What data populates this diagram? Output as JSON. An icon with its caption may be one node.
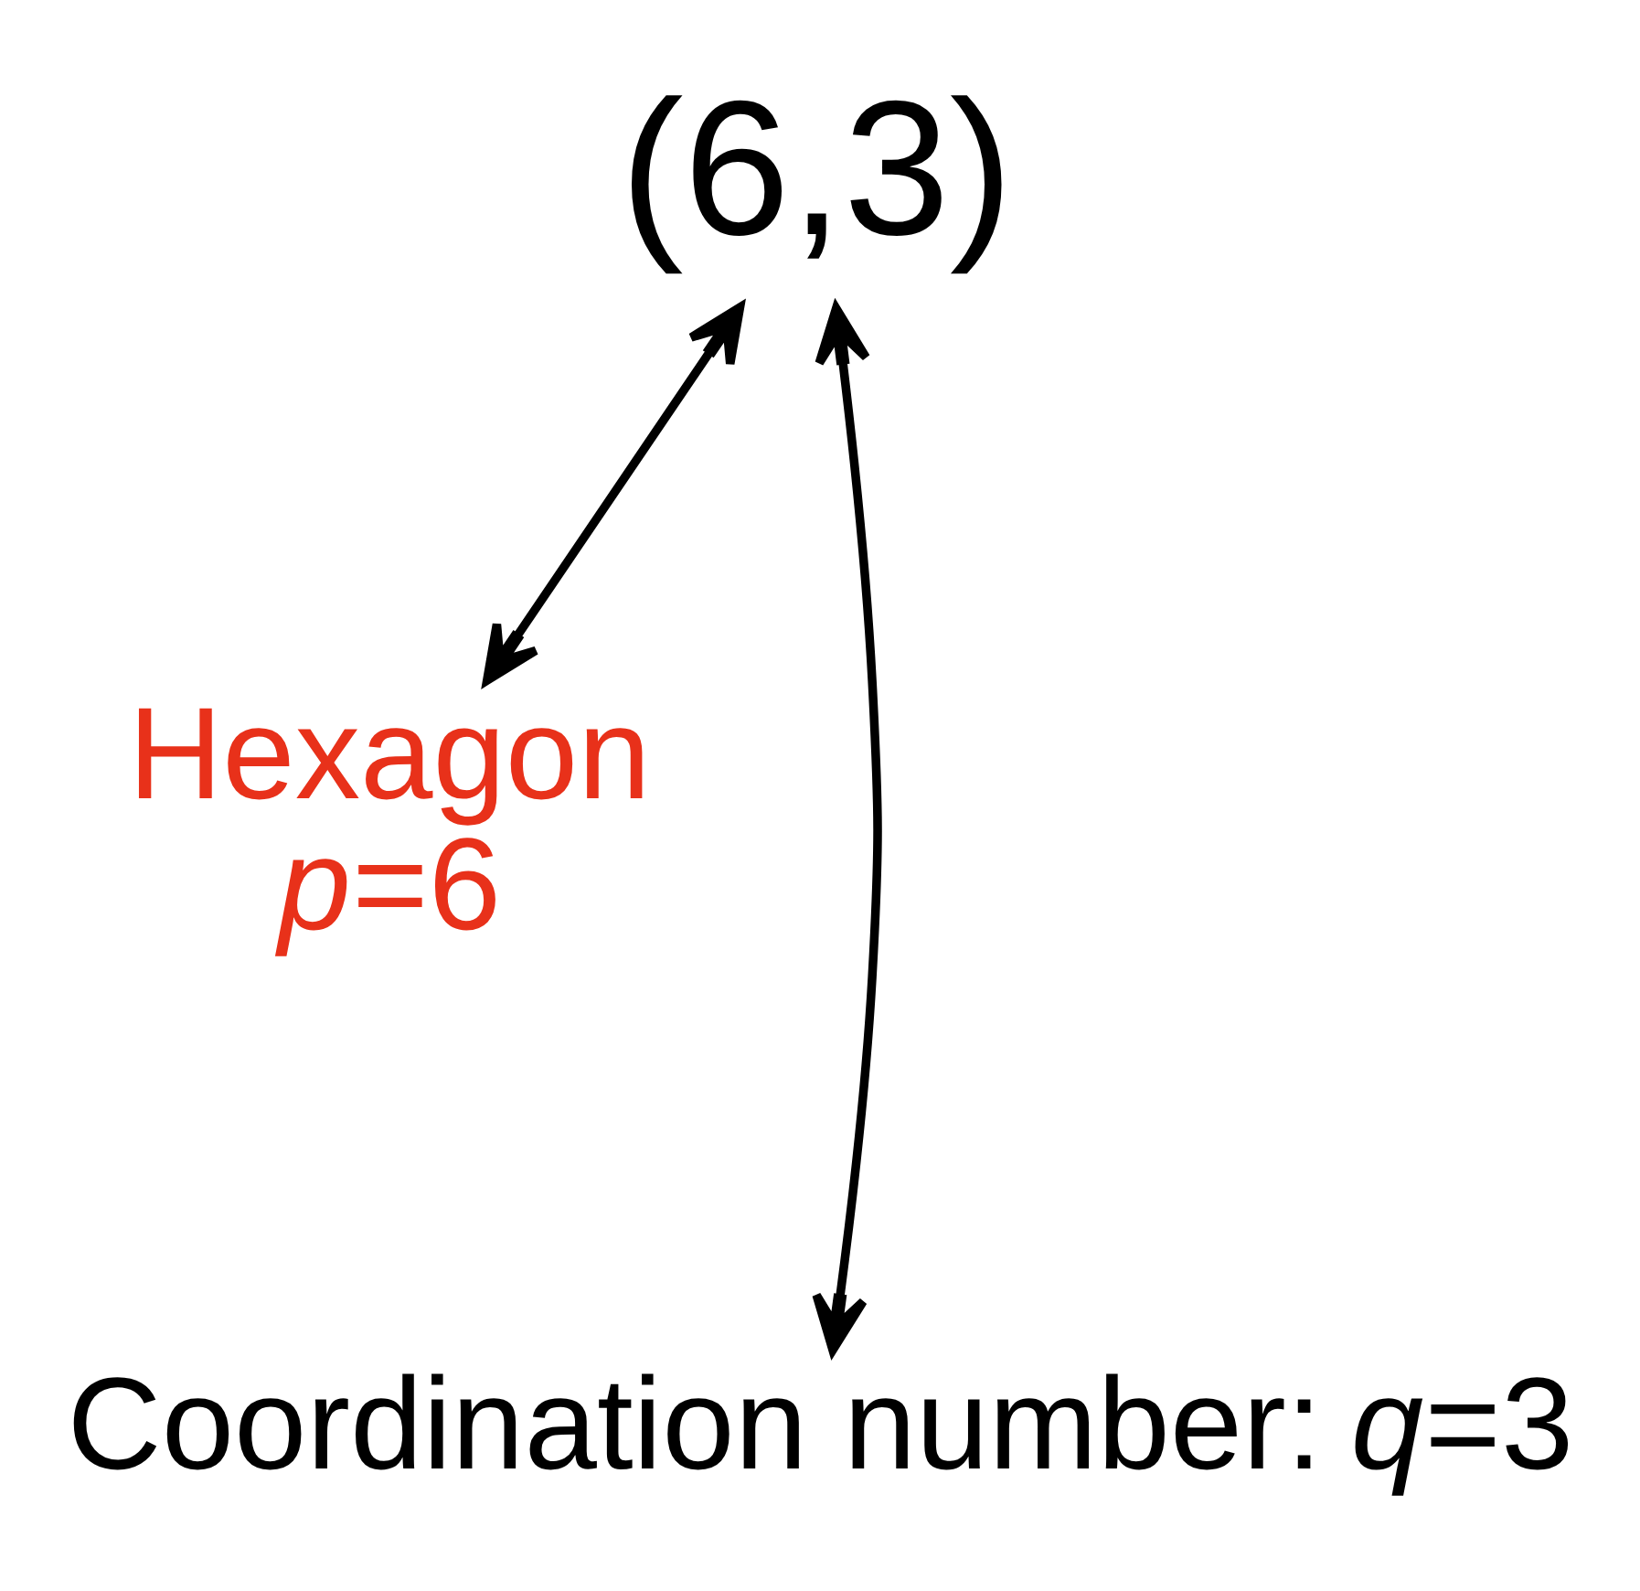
{
  "diagram": {
    "nodes": [
      {
        "text": [
          "(6,3)"
        ]
      },
      {
        "text": [
          "Hexagon",
          "*p*=6"
        ]
      },
      {
        "text": [
          "Coordination number: *q*=3"
        ]
      }
    ],
    "edges": [
      {
        "from": 0,
        "to": 1,
        "arrow": "both"
      },
      {
        "from": 0,
        "to": 2,
        "arrow": "both"
      }
    ]
  }
}
